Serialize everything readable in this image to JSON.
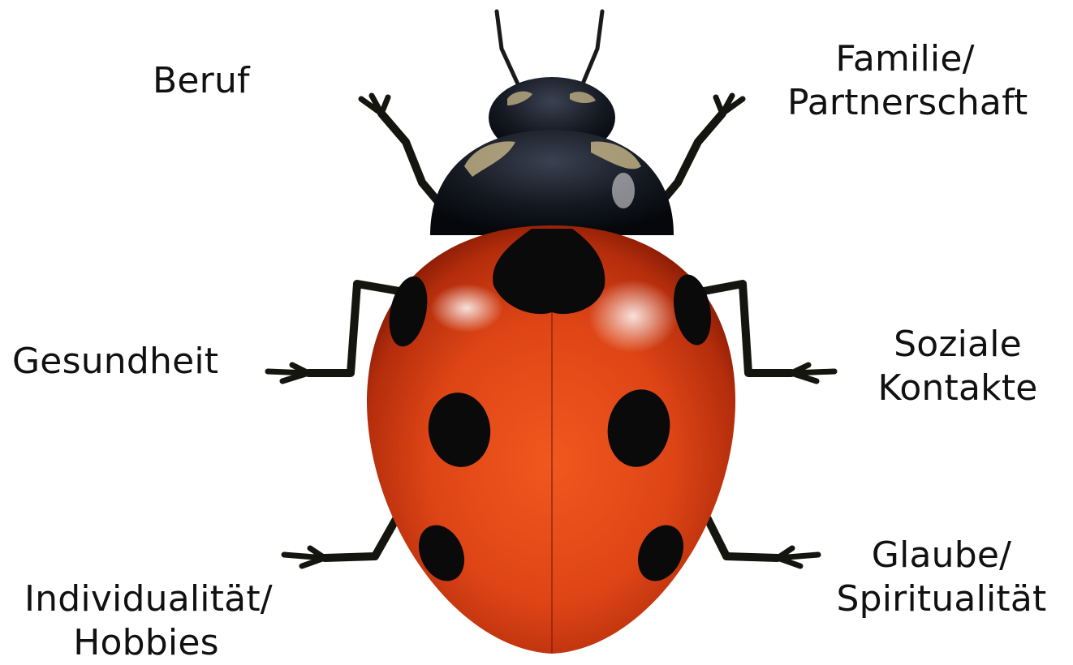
{
  "labels": {
    "beruf": "Beruf",
    "familie_line1": "Familie/",
    "familie_line2": "Partnerschaft",
    "gesundheit": "Gesundheit",
    "soziale_line1": "Soziale",
    "soziale_line2": "Kontakte",
    "indiv_line1": "Individualität/",
    "indiv_line2": "Hobbies",
    "glaube_line1": "Glaube/",
    "glaube_line2": "Spiritualität"
  },
  "colors": {
    "shell": "#e2481a",
    "shell_dark": "#8e1c08",
    "spots": "#0a0a0a",
    "head": "#0d1117",
    "text": "#111111"
  }
}
